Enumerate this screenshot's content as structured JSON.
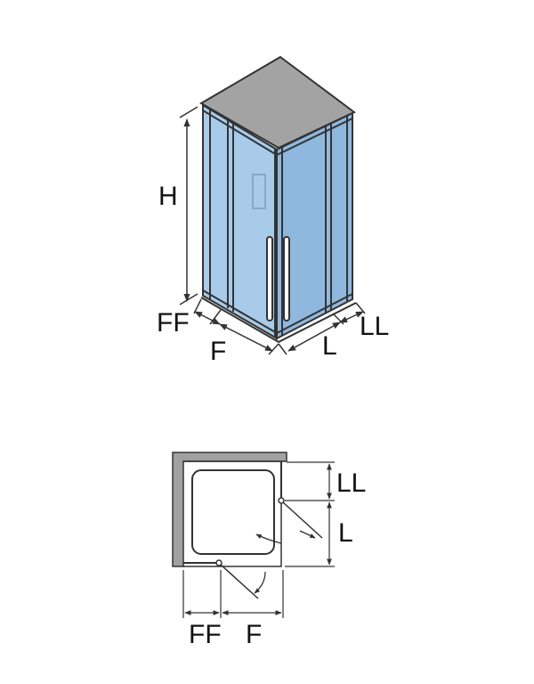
{
  "colors": {
    "glass": "#a8cbea",
    "glass_dark": "#8fb8df",
    "roof": "#a3a3a3",
    "wall": "#a1a1a1",
    "tray": "#ffffff",
    "line": "#333333"
  },
  "iso": {
    "labels": {
      "height": "H",
      "front_fixed": "FF",
      "front_door": "F",
      "side_door": "L",
      "side_fixed": "LL"
    }
  },
  "plan": {
    "labels": {
      "side_fixed": "LL",
      "side_door": "L",
      "front_fixed": "FF",
      "front_door": "F"
    }
  }
}
